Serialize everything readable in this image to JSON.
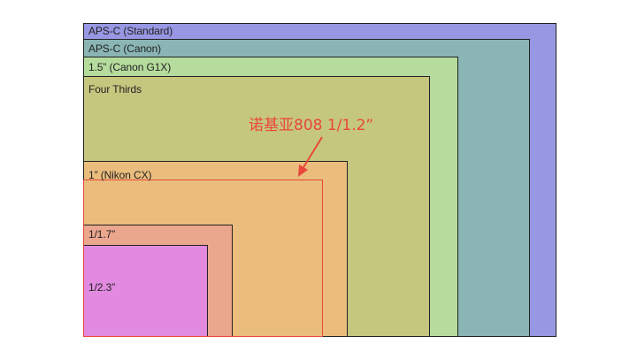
{
  "sensors": [
    {
      "label": "APS-C (Standard)",
      "color": "#9797e3"
    },
    {
      "label": "APS-C (Canon)",
      "color": "#8ab5b4"
    },
    {
      "label": "1.5” (Canon G1X)",
      "color": "#b5dc9c"
    },
    {
      "label": "Four Thirds",
      "color": "#c6c77f"
    },
    {
      "label": "1” (Nikon CX)",
      "color": "#eabd7d"
    },
    {
      "label": "1/1.7”",
      "color": "#eba68e"
    },
    {
      "label": "1/2.3”",
      "color": "#e18ae0"
    }
  ],
  "highlight": {
    "label": "诺基亚808  1/1.2”",
    "color": "#e8473a"
  }
}
